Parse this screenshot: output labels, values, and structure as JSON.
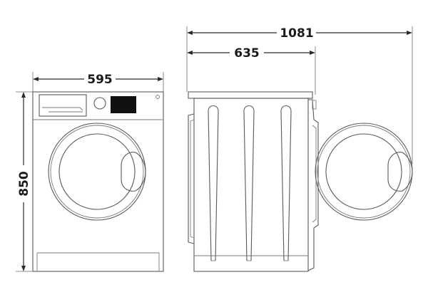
{
  "dimensions": {
    "width": "595",
    "height": "850",
    "depth": "635",
    "depth_door_open": "1081"
  },
  "colors": {
    "line": "#5a5a5a",
    "dimension_line": "#2a2a2a",
    "display": "#111111"
  }
}
